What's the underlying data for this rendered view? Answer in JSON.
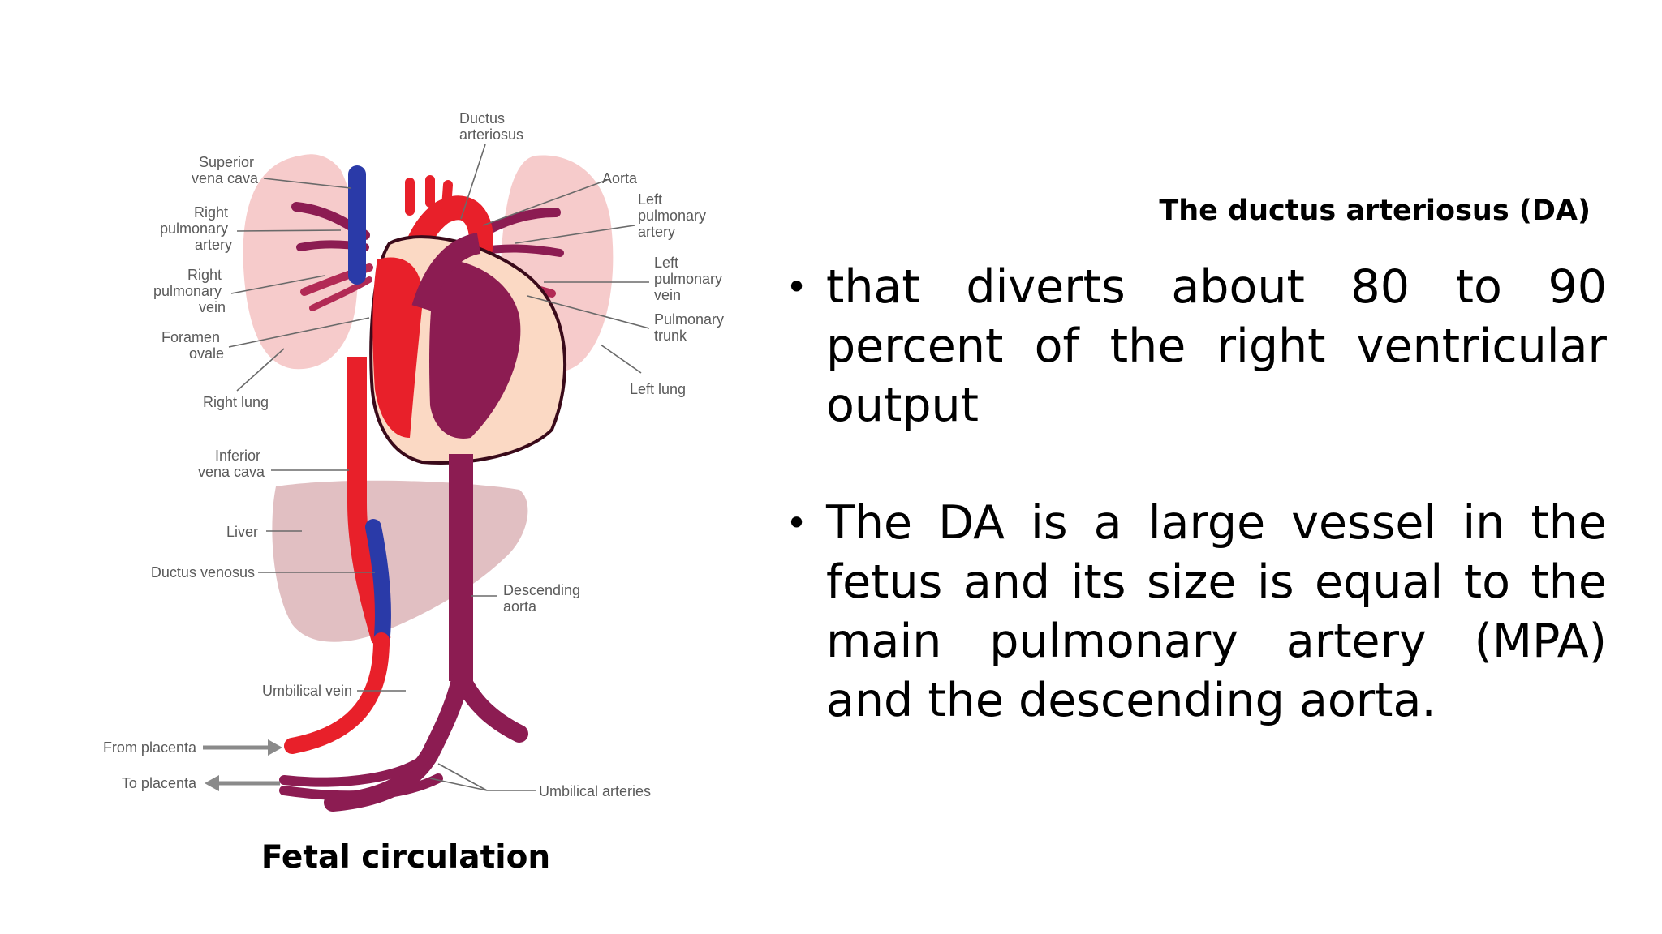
{
  "labels": {
    "ductus_arteriosus": [
      "Ductus",
      "arteriosus"
    ],
    "superior_vena_cava": [
      "Superior",
      "vena cava"
    ],
    "aorta": [
      "Aorta"
    ],
    "right_pulmonary_artery": [
      "Right",
      "pulmonary",
      "artery"
    ],
    "left_pulmonary_artery": [
      "Left",
      "pulmonary",
      "artery"
    ],
    "right_pulmonary_vein": [
      "Right",
      "pulmonary",
      "vein"
    ],
    "left_pulmonary_vein": [
      "Left",
      "pulmonary",
      "vein"
    ],
    "pulmonary_trunk": [
      "Pulmonary",
      "trunk"
    ],
    "foramen_ovale": [
      "Foramen",
      "ovale"
    ],
    "right_lung": [
      "Right lung"
    ],
    "left_lung": [
      "Left lung"
    ],
    "inferior_vena_cava": [
      "Inferior",
      "vena cava"
    ],
    "liver": [
      "Liver"
    ],
    "ductus_venosus": [
      "Ductus venosus"
    ],
    "descending_aorta": [
      "Descending",
      "aorta"
    ],
    "umbilical_vein": [
      "Umbilical vein"
    ],
    "from_placenta": [
      "From placenta"
    ],
    "to_placenta": [
      "To placenta"
    ],
    "umbilical_arteries": [
      "Umbilical arteries"
    ]
  },
  "caption": "Fetal circulation",
  "slide": {
    "heading": "The ductus arteriosus (DA)",
    "bullets": [
      "that diverts about 80 to 90 percent of the right ventricular output",
      "The DA is a large vessel in the fetus and its size is equal to the main pulmonary artery (MPA) and the descending aorta."
    ]
  },
  "colors": {
    "oxygenated": "#e8202a",
    "deoxygenated": "#8c1c52",
    "venous_blue": "#2a3aa8",
    "lung": "#f5c2c2",
    "liver": "#c98a90",
    "heart_tissue": "#fbd9c4"
  }
}
